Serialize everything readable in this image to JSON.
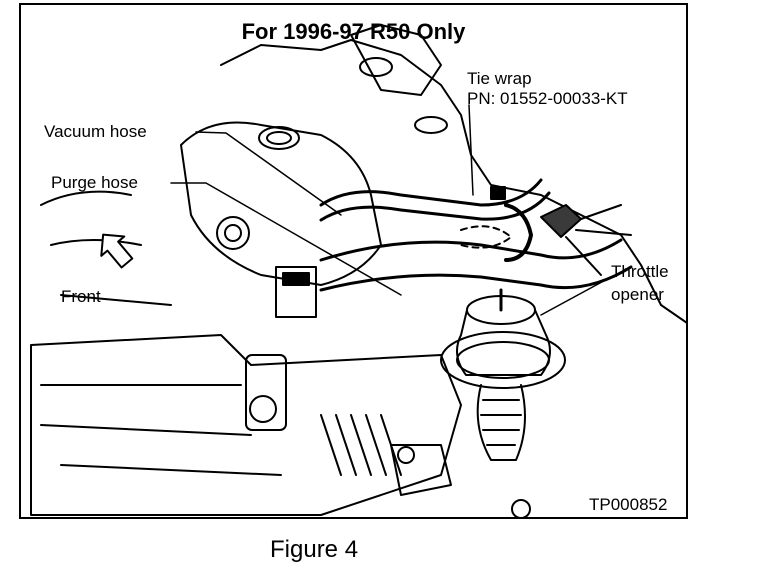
{
  "diagram": {
    "title": "For 1996-97 R50 Only",
    "labels": {
      "tie_wrap": "Tie wrap",
      "part_number": "PN: 01552-00033-KT",
      "vacuum_hose": "Vacuum hose",
      "purge_hose": "Purge hose",
      "front": "Front",
      "throttle": "Throttle",
      "opener": "opener"
    },
    "figure_code": "TP000852",
    "icons": [
      "front-arrow-icon"
    ]
  },
  "caption": "Figure 4",
  "colors": {
    "ink": "#000000",
    "paper": "#ffffff",
    "shade": "#3a3a3a"
  }
}
